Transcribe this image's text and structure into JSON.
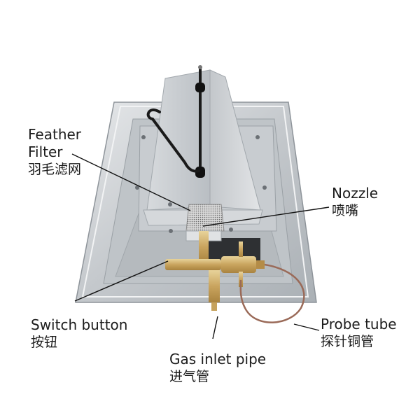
{
  "figure": {
    "subject": "Gas heater burner with brass valve assembly",
    "colors": {
      "background": "#ffffff",
      "plate": "#c9ccd0",
      "plate_dark": "#9ea3a8",
      "brass": "#cfae6a",
      "probe_tube": "#9a6a58",
      "handle": "#1a1a1a",
      "leader_line": "#111111",
      "text": "#1c1c1c"
    }
  },
  "labels": {
    "feather_filter": {
      "en_line1": "Feather",
      "en_line2": "Filter",
      "zh": "羽毛滤网"
    },
    "nozzle": {
      "en": "Nozzle",
      "zh": "喷嘴"
    },
    "switch_button": {
      "en": "Switch button",
      "zh": "按钮"
    },
    "gas_inlet_pipe": {
      "en": "Gas inlet pipe",
      "zh": "进气管"
    },
    "probe_tube": {
      "en": "Probe tube",
      "zh": "探针铜管"
    }
  }
}
